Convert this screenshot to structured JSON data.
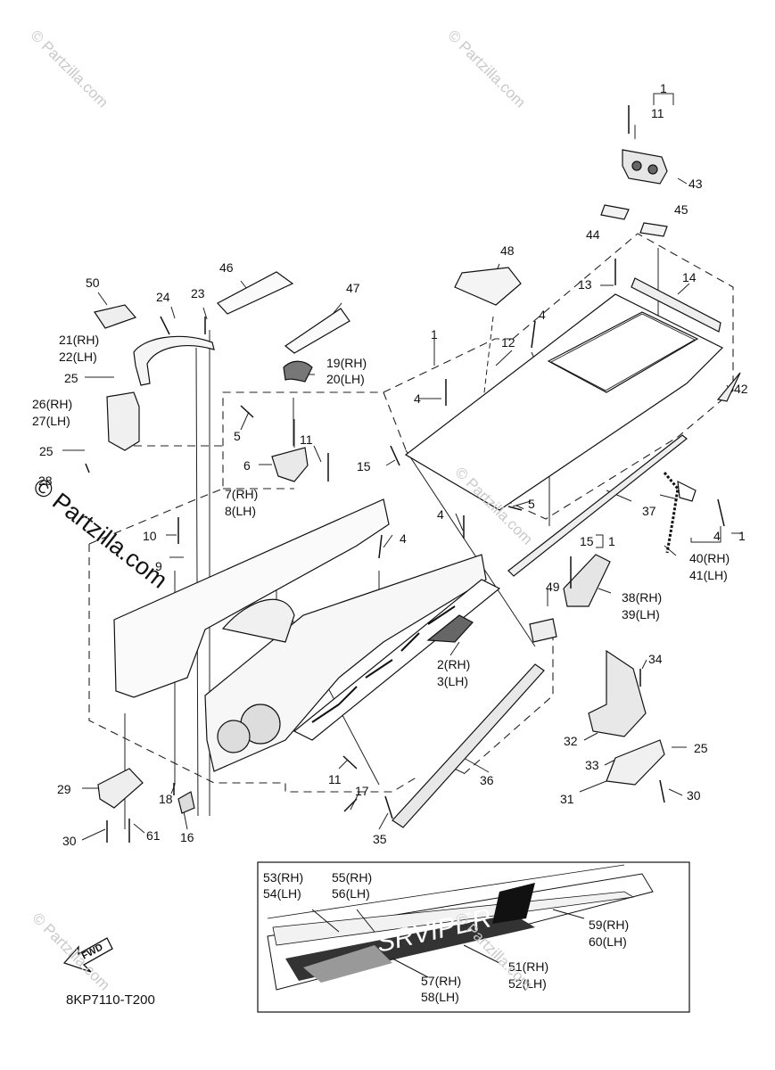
{
  "diagram_code": "8KP7110-T200",
  "watermark": "Partzilla.com",
  "watermark_symbol": "©",
  "fwd_label": "FWD",
  "callouts": {
    "c1_top": "1",
    "c11_top": "11",
    "c43": "43",
    "c45": "45",
    "c44": "44",
    "c48": "48",
    "c13": "13",
    "c14": "14",
    "c46": "46",
    "c47": "47",
    "c50": "50",
    "c24": "24",
    "c23": "23",
    "c21": "21(RH)",
    "c22": "22(LH)",
    "c1_mid": "1",
    "c12": "12",
    "c4_a": "4",
    "c19": "19(RH)",
    "c20": "20(LH)",
    "c25_a": "25",
    "c42": "42",
    "c4_b": "4",
    "c26": "26(RH)",
    "c27": "27(LH)",
    "c5_a": "5",
    "c11_b": "11",
    "c25_b": "25",
    "c6": "6",
    "c15_a": "15",
    "c28": "28",
    "c7": "7(RH)",
    "c8": "8(LH)",
    "c5_b": "5",
    "c37": "37",
    "c4_c": "4",
    "c4_d": "4",
    "c1_r": "1",
    "c10": "10",
    "c4_e": "4",
    "c15_b": "15",
    "c1_b": "1",
    "c9": "9",
    "c40": "40(RH)",
    "c41": "41(LH)",
    "c49": "49",
    "c38": "38(RH)",
    "c39": "39(LH)",
    "c2": "2(RH)",
    "c3": "3(LH)",
    "c34": "34",
    "c32": "32",
    "c25_c": "25",
    "c33": "33",
    "c36": "36",
    "c11_c": "11",
    "c31": "31",
    "c30_a": "30",
    "c29": "29",
    "c18": "18",
    "c17": "17",
    "c35": "35",
    "c16": "16",
    "c30_b": "30",
    "c61": "61",
    "c53": "53(RH)",
    "c54": "54(LH)",
    "c55": "55(RH)",
    "c56": "56(LH)",
    "c59": "59(RH)",
    "c60": "60(LH)",
    "c51": "51(RH)",
    "c52": "52(LH)",
    "c57": "57(RH)",
    "c58": "58(LH)"
  },
  "decal_text": "SRVIPER"
}
